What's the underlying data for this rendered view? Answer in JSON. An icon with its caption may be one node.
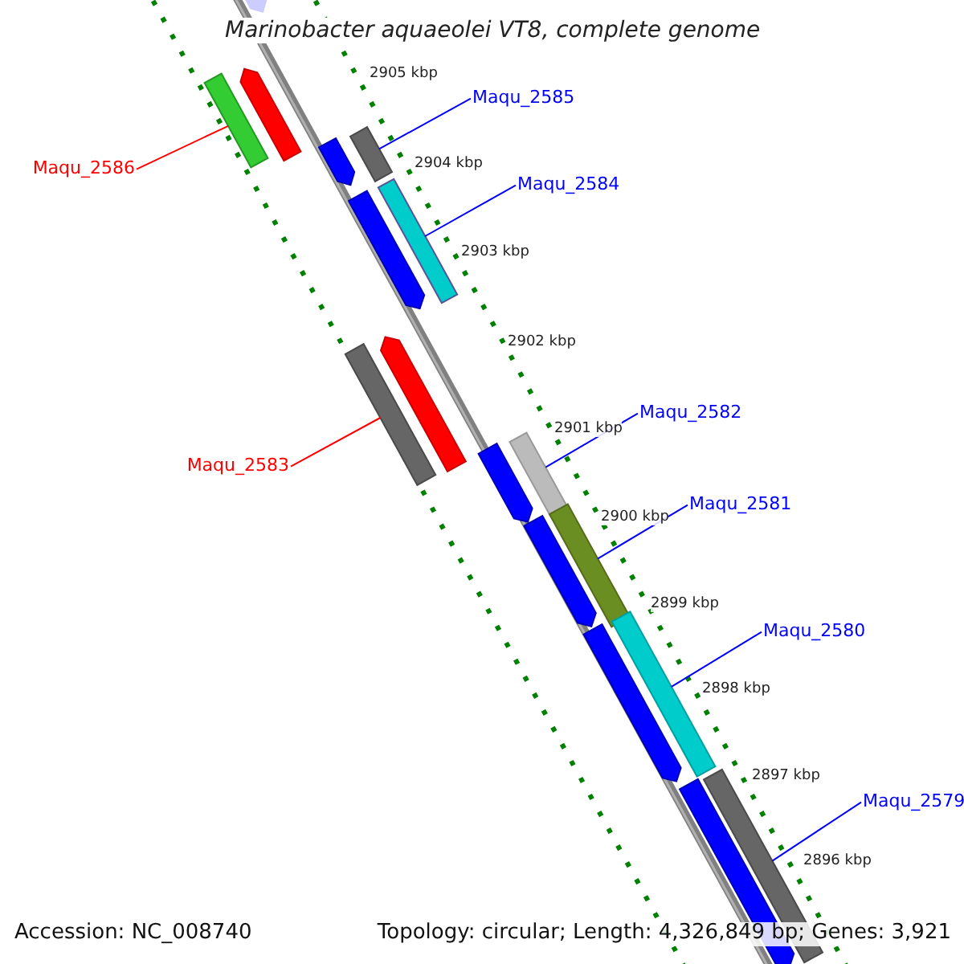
{
  "diagram": {
    "title": "Marinobacter aquaeolei VT8, complete genome",
    "nodes": [
      {
        "text": [
          "Maqu_2585"
        ]
      },
      {
        "text": [],
        "shape": "bar"
      },
      {
        "text": [
          "Maqu_2586"
        ]
      },
      {
        "text": [],
        "shape": "bar"
      },
      {
        "text": [
          "Maqu_2584"
        ]
      },
      {
        "text": [],
        "shape": "bar"
      },
      {
        "text": [
          "Maqu_2582"
        ]
      },
      {
        "text": [],
        "shape": "bar"
      },
      {
        "text": [
          "Maqu_2583"
        ]
      },
      {
        "text": [],
        "shape": "bar"
      },
      {
        "text": [
          "Maqu_2581"
        ]
      },
      {
        "text": [],
        "shape": "bar"
      },
      {
        "text": [
          "Maqu_2580"
        ]
      },
      {
        "text": [],
        "shape": "bar"
      },
      {
        "text": [
          "Maqu_2579"
        ]
      },
      {
        "text": [],
        "shape": "bar"
      },
      {
        "text": [],
        "shape": "bar"
      },
      {
        "text": [],
        "shape": "bar"
      },
      {
        "text": [],
        "shape": "bar"
      },
      {
        "text": [],
        "shape": "bar"
      },
      {
        "text": [],
        "shape": "bar"
      },
      {
        "text": [],
        "shape": "bar"
      },
      {
        "text": [],
        "shape": "bar"
      },
      {
        "text": [],
        "shape": "bar"
      },
      {
        "text": [],
        "shape": "bar"
      }
    ],
    "edges": [
      {
        "from": 0,
        "to": 1,
        "arrow": "none"
      },
      {
        "from": 2,
        "to": 3,
        "arrow": "none",
        "color": "#ff0000"
      },
      {
        "from": 4,
        "to": 5,
        "arrow": "none"
      },
      {
        "from": 6,
        "to": 7,
        "arrow": "none"
      },
      {
        "from": 8,
        "to": 9,
        "arrow": "none",
        "color": "#ff0000"
      },
      {
        "from": 10,
        "to": 11,
        "arrow": "none"
      },
      {
        "from": 12,
        "to": 13,
        "arrow": "none"
      },
      {
        "from": 14,
        "to": 15,
        "arrow": "none"
      }
    ],
    "labels": [
      "2905 kbp",
      "2904 kbp",
      "2903 kbp",
      "2902 kbp",
      "2901 kbp",
      "2900 kbp",
      "2899 kbp",
      "2898 kbp",
      "2897 kbp",
      "2896 kbp",
      "Accession: NC_008740",
      "Topology: circular; Length: 4,326,849 bp; Genes: 3,921"
    ]
  }
}
